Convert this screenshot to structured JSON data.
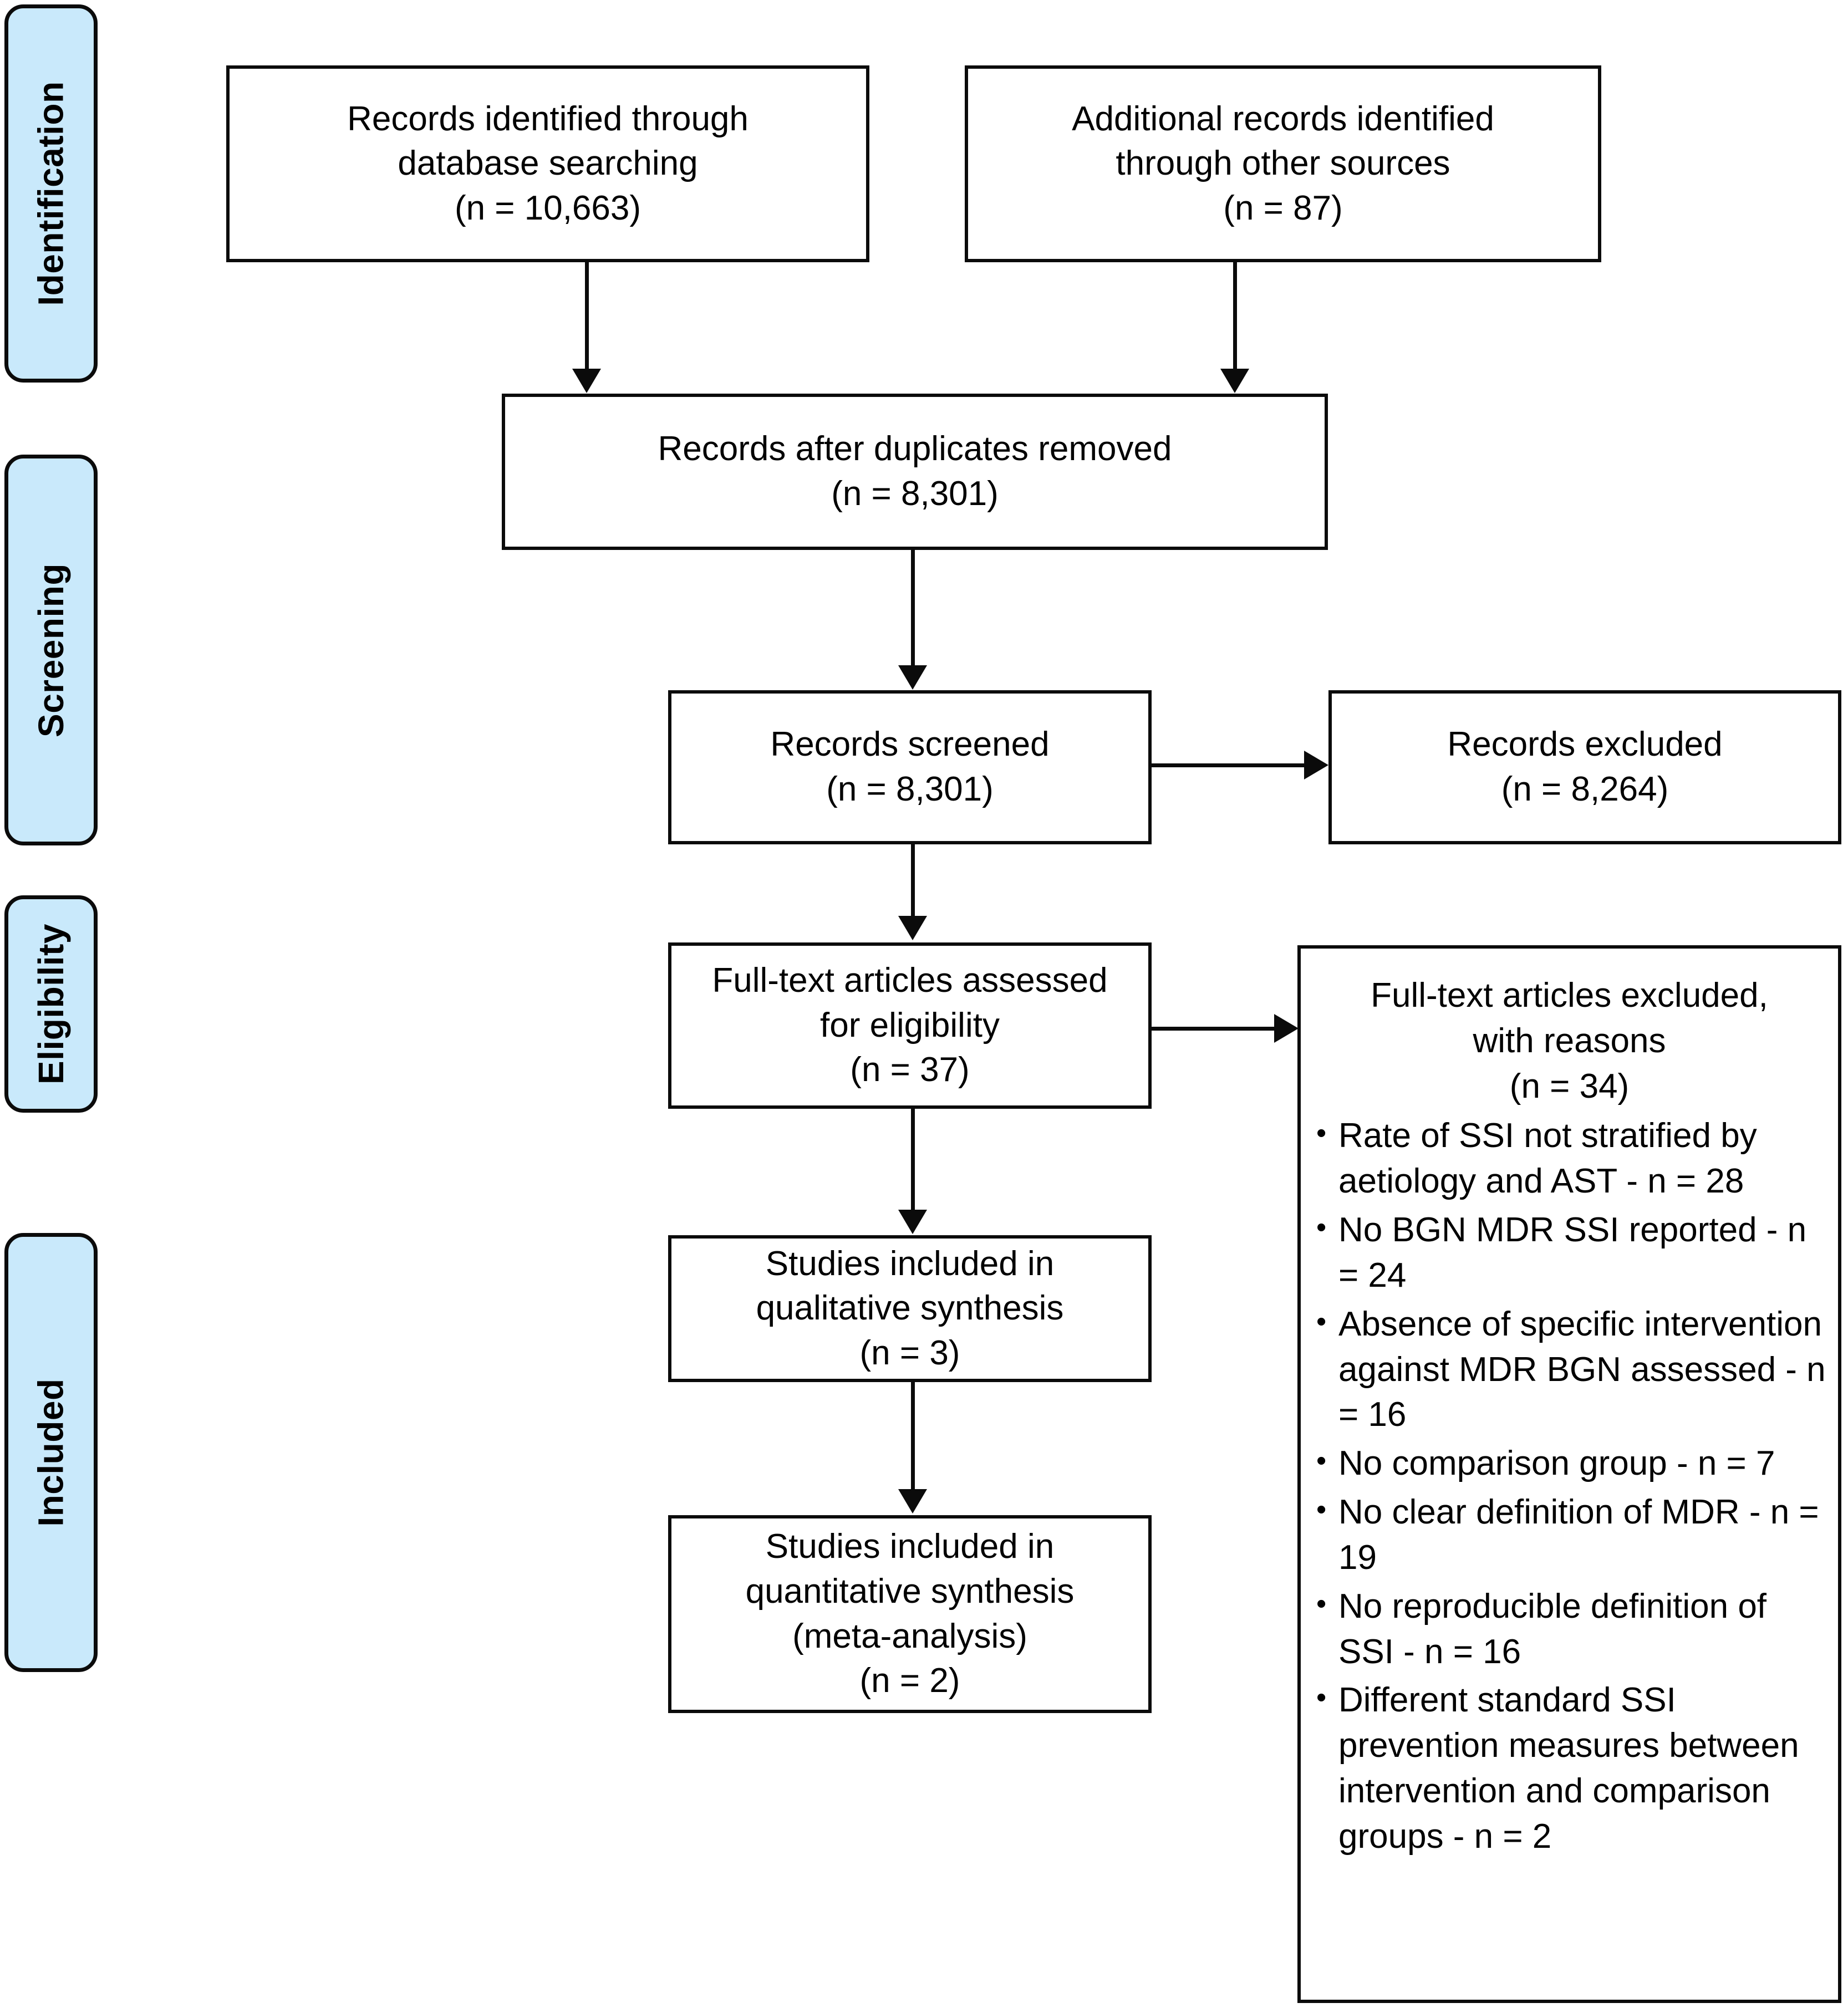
{
  "diagram": {
    "type": "prisma-flow-diagram",
    "stages": [
      {
        "id": "identification",
        "label": "Identification"
      },
      {
        "id": "screening",
        "label": "Screening"
      },
      {
        "id": "eligibility",
        "label": "Eligibility"
      },
      {
        "id": "included",
        "label": "Included"
      }
    ],
    "boxes": {
      "database_search": {
        "lines": [
          "Records identified through",
          "database searching",
          "(n = 10,663)"
        ],
        "count": 10663
      },
      "other_sources": {
        "lines": [
          "Additional records identified",
          "through other sources",
          "(n = 87)"
        ],
        "count": 87
      },
      "duplicates_removed": {
        "lines": [
          "Records after duplicates removed",
          "(n = 8,301)"
        ],
        "count": 8301
      },
      "records_screened": {
        "lines": [
          "Records screened",
          "(n = 8,301)"
        ],
        "count": 8301
      },
      "records_excluded": {
        "lines": [
          "Records excluded",
          "(n = 8,264)"
        ],
        "count": 8264
      },
      "fulltext_assessed": {
        "lines": [
          "Full-text articles assessed",
          "for eligibility",
          "(n = 37)"
        ],
        "count": 37
      },
      "qualitative_synthesis": {
        "lines": [
          "Studies included in",
          "qualitative synthesis",
          "(n = 3)"
        ],
        "count": 3
      },
      "quantitative_synthesis": {
        "lines": [
          "Studies included in",
          "quantitative synthesis",
          "(meta-analysis)",
          "(n = 2)"
        ],
        "count": 2
      },
      "fulltext_excluded": {
        "header_lines": [
          "Full-text articles excluded,",
          "with reasons",
          "(n = 34)"
        ],
        "count": 34,
        "reasons": [
          {
            "text": "Rate of SSI not stratified by aetiology and AST - n = 28",
            "n": 28
          },
          {
            "text": "No BGN MDR SSI reported - n = 24",
            "n": 24
          },
          {
            "text": "Absence of specific intervention against MDR BGN assessed - n = 16",
            "n": 16
          },
          {
            "text": "No comparison group - n = 7",
            "n": 7
          },
          {
            "text": "No clear definition of MDR - n = 19",
            "n": 19
          },
          {
            "text": "No reproducible definition of SSI - n = 16",
            "n": 16
          },
          {
            "text": "Different standard SSI prevention measures between intervention and comparison groups - n = 2",
            "n": 2
          }
        ]
      }
    },
    "colors": {
      "stage_fill": "#c9e9fb",
      "line": "#0b0b0b",
      "box_fill": "#ffffff",
      "text": "#000000"
    }
  }
}
